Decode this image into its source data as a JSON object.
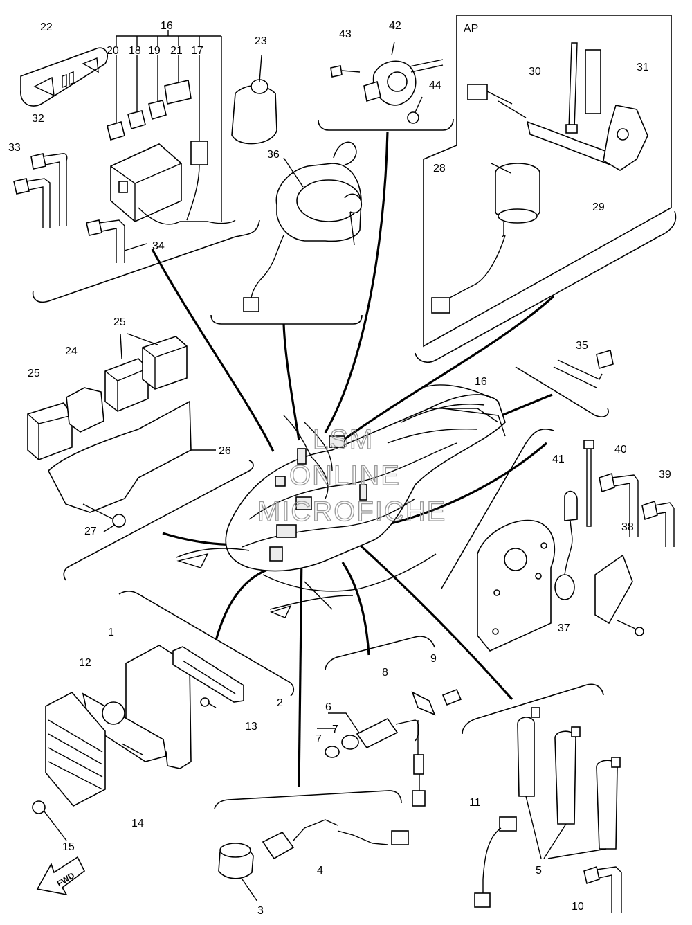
{
  "diagram": {
    "group_label_ap": "AP",
    "watermark": [
      "LSM",
      "ONLINE",
      "MICROFICHE"
    ],
    "fwd_label": "FWD",
    "callouts": {
      "c1": "1",
      "c2": "2",
      "c3": "3",
      "c4": "4",
      "c5": "5",
      "c6": "6",
      "c7a": "7",
      "c7b": "7",
      "c8": "8",
      "c9": "9",
      "c10": "10",
      "c11": "11",
      "c12": "12",
      "c13": "13",
      "c14": "14",
      "c15": "15",
      "c16a": "16",
      "c16b": "16",
      "c17": "17",
      "c18": "18",
      "c19": "19",
      "c20": "20",
      "c21": "21",
      "c22": "22",
      "c23": "23",
      "c24": "24",
      "c25a": "25",
      "c25b": "25",
      "c26": "26",
      "c27": "27",
      "c28": "28",
      "c29": "29",
      "c30": "30",
      "c31": "31",
      "c32": "32",
      "c33": "33",
      "c34": "34",
      "c35": "35",
      "c36": "36",
      "c37": "37",
      "c38": "38",
      "c39": "39",
      "c40": "40",
      "c41": "41",
      "c42": "42",
      "c43": "43",
      "c44": "44"
    }
  }
}
